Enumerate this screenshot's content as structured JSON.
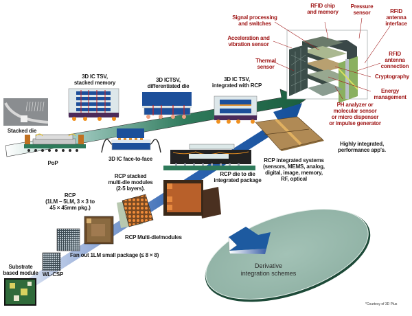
{
  "diagram": {
    "title": "3D IC / RCP integration roadmap",
    "colors": {
      "green_arrow": "#1f6a4a",
      "blue_arrow": "#1d5aa0",
      "red_label": "#a01818",
      "ellipse_fill": "#9ab9ad",
      "cube_box": "#b0b8b8"
    },
    "upper_path": {
      "items": [
        {
          "id": "stacked-die",
          "label": "Stacked die"
        },
        {
          "id": "pop",
          "label": "PoP"
        },
        {
          "id": "3d-ic-tsv-stacked-memory",
          "label": "3D IC TSV,\nstacked memory"
        },
        {
          "id": "3d-ic-face-to-face",
          "label": "3D IC face-to-face"
        },
        {
          "id": "3d-ic-tsv-differentiated-die",
          "label": "3D ICTSV,\ndifferentiated die"
        },
        {
          "id": "3d-ic-tsv-integrated-rcp",
          "label": "3D IC TSV,\nintegrated with RCP"
        }
      ]
    },
    "lower_path": {
      "items": [
        {
          "id": "substrate-module",
          "label": "Substrate\nbased module"
        },
        {
          "id": "wl-csp",
          "label": "WL-CSP"
        },
        {
          "id": "fan-out",
          "label": "Fan out 1LM small package (≤ 8 × 8)"
        },
        {
          "id": "rcp",
          "label": "RCP\n(1LM – 5LM, 3 × 3 to\n45 × 45mm pkg.)"
        },
        {
          "id": "rcp-multi-die",
          "label": "RCP Multi-die/modules"
        },
        {
          "id": "rcp-stacked",
          "label": "RCP stacked\nmulti-die modules\n(2-5 layers)."
        },
        {
          "id": "rcp-die-to-die",
          "label": "RCP die to die\nintegrated package"
        },
        {
          "id": "rcp-integrated-systems",
          "label": "RCP integrated systems\n(sensors, MEMS, analog,\ndigital, image, memory,\nRF, optical"
        },
        {
          "id": "highly-integrated",
          "label": "Highly integrated,\nperformance app's."
        }
      ]
    },
    "cube_callouts": [
      {
        "id": "rfid-chip",
        "label": "RFID chip\nand memory"
      },
      {
        "id": "pressure-sensor",
        "label": "Pressure\nsensor"
      },
      {
        "id": "rfid-antenna-interface",
        "label": "RFID\nantenna\ninterface"
      },
      {
        "id": "signal-processing",
        "label": "Signal processing\nand switches"
      },
      {
        "id": "acceleration-sensor",
        "label": "Acceleration and\nvibration sensor"
      },
      {
        "id": "thermal-sensor",
        "label": "Thermal\nsensor"
      },
      {
        "id": "rfid-antenna-connection",
        "label": "RFID\nantenna\nconnection"
      },
      {
        "id": "cryptography",
        "label": "Cryptography"
      },
      {
        "id": "energy-management",
        "label": "Energy\nmanagement"
      },
      {
        "id": "ph-analyzer",
        "label": "PH analyzer or\nmolecular sensor\nor micro dispenser\nor impulse generator"
      }
    ],
    "derivative": {
      "label": "Derivative\nintegration schemes"
    },
    "footnote": "*Courtesy of 3D Plus"
  }
}
